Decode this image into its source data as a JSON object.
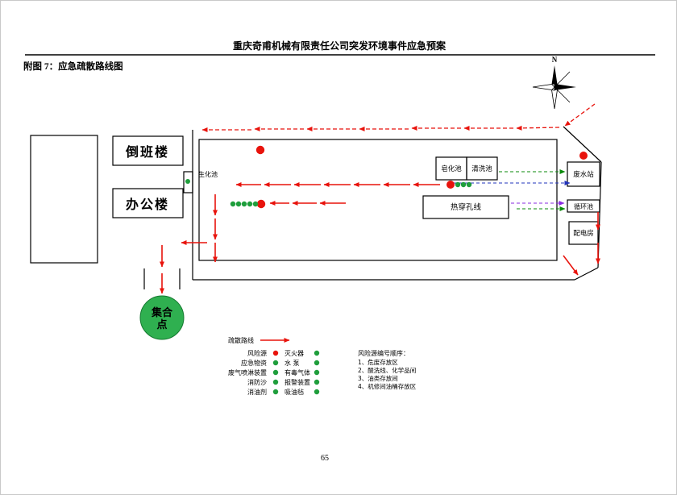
{
  "page": {
    "header": "重庆奇甫机械有限责任公司突发环境事件应急预案",
    "figure_title": "附图 7：应急疏散路线图",
    "page_number": "65"
  },
  "diagram": {
    "compass_n": "N",
    "buildings": {
      "shift_building": "倒班楼",
      "office_building": "办公楼",
      "biochem_pool": "生化池",
      "saponification_pool": "皂化池",
      "cleaning_pool": "清洗池",
      "hot_piercing_line": "热穿孔线",
      "wastewater_station": "废水站",
      "circulation_pool": "循环池",
      "power_room": "配电房"
    },
    "assembly_point": {
      "line1": "集合",
      "line2": "点"
    },
    "legend": {
      "route_label": "疏散路线",
      "left": [
        {
          "label": "风险源",
          "color": "#e8130c"
        },
        {
          "label": "应急物资",
          "color": "#1f9e3c"
        },
        {
          "label": "废气喷淋装置",
          "color": "#1f9e3c"
        },
        {
          "label": "消防沙",
          "color": "#1f9e3c"
        },
        {
          "label": "消油剂",
          "color": "#1f9e3c"
        }
      ],
      "right": [
        {
          "label": "灭火器",
          "color": "#1f9e3c"
        },
        {
          "label": "水 泵",
          "color": "#1f9e3c"
        },
        {
          "label": "有毒气体",
          "color": "#1f9e3c"
        },
        {
          "label": "报警装置",
          "color": "#1f9e3c"
        },
        {
          "label": "吸油毡",
          "color": "#1f9e3c"
        }
      ]
    },
    "risk_list": {
      "title": "风险源编号顺序：",
      "items": [
        "1、危废存放区",
        "2、酸洗线、化学品间",
        "3、油类存放间",
        "4、机修间油桶存放区"
      ]
    },
    "colors": {
      "route_red": "#e8130c",
      "marker_green": "#1f9e3c",
      "assembly_green": "#2fb050",
      "pipeline_green": "#0a8a0a",
      "pipeline_blue": "#2233bb",
      "pipeline_purple": "#8a2be2"
    }
  }
}
